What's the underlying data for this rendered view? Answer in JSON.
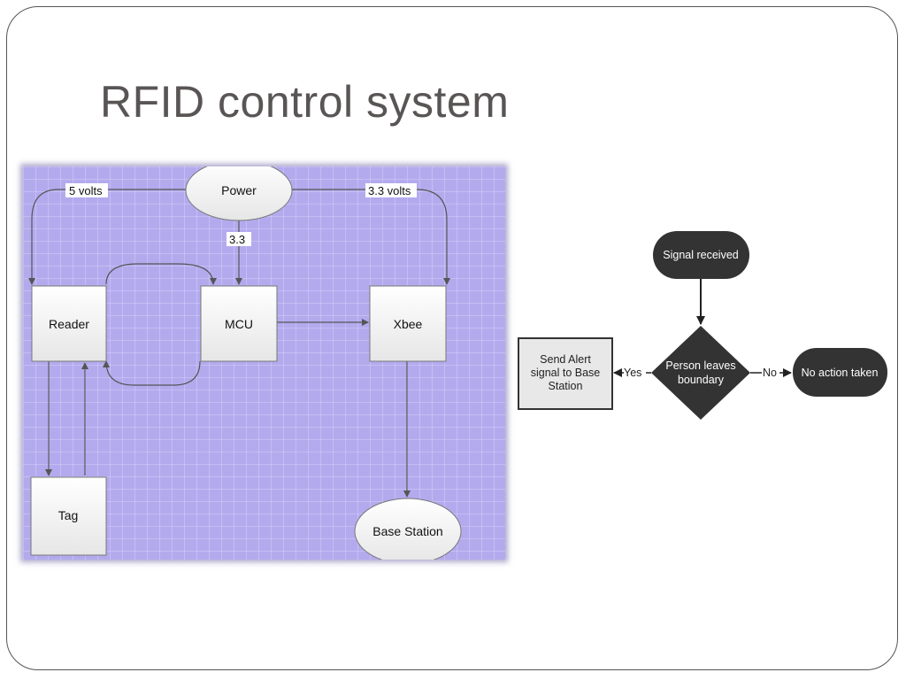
{
  "slide": {
    "title": "RFID control system"
  },
  "block_diagram": {
    "nodes": {
      "power": "Power",
      "reader": "Reader",
      "mcu": "MCU",
      "xbee": "Xbee",
      "tag": "Tag",
      "base_station": "Base Station"
    },
    "edge_labels": {
      "power_to_reader": "5 volts",
      "power_to_mcu": "3.3",
      "power_to_xbee": "3.3 volts"
    }
  },
  "flowchart": {
    "start": "Signal received",
    "decision": [
      "Person leaves",
      "boundary"
    ],
    "yes_action": [
      "Send Alert",
      "signal to Base",
      "Station"
    ],
    "no_action": "No action taken",
    "yes_label": "Yes",
    "no_label": "No"
  },
  "colors": {
    "panel_background": "#b3aaee",
    "flowchart_dark": "#333333",
    "title_text": "#5a5555"
  }
}
